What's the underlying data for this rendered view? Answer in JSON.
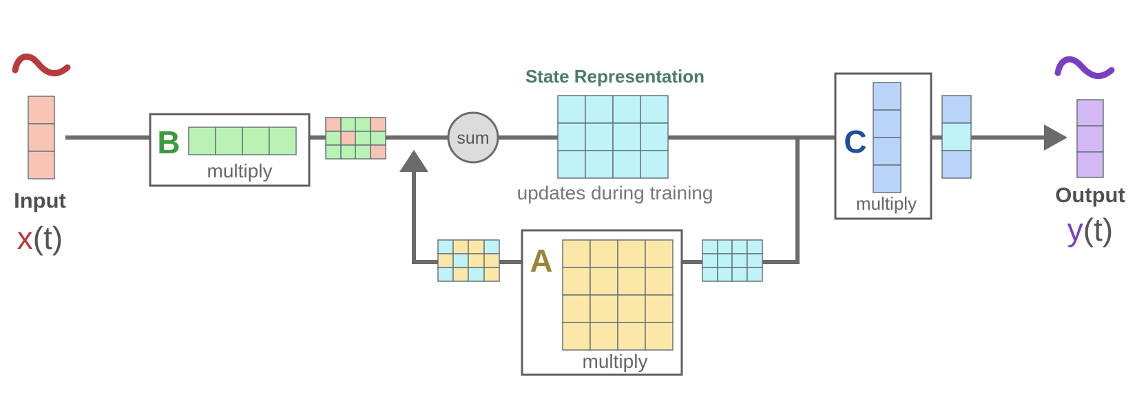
{
  "title": "State Representation",
  "subtitle": "updates during training",
  "input": {
    "label": "Input",
    "signal": "x(t)",
    "signal_var": "x",
    "signal_arg": "(t)"
  },
  "output": {
    "label": "Output",
    "signal": "y(t)",
    "signal_var": "y",
    "signal_arg": "(t)"
  },
  "sum_label": "sum",
  "matrices": {
    "B": {
      "letter": "B",
      "caption": "multiply"
    },
    "A": {
      "letter": "A",
      "caption": "multiply"
    },
    "C": {
      "letter": "C",
      "caption": "multiply"
    }
  },
  "colors": {
    "input_red": "#b83a3a",
    "output_purple": "#7a3fc0",
    "b_green": "#3f9a3f",
    "a_gold": "#9a8438",
    "c_blue": "#1f4e9c",
    "title_teal": "#4a7a70",
    "cell_red": "#f7c4b6",
    "cell_green": "#b9f2b4",
    "cell_cyan": "#bff3f7",
    "cell_yellow": "#fbe7a8",
    "cell_blue": "#b9d4f8",
    "cell_purple": "#d3b8f4",
    "line_gray": "#6b6b6b"
  },
  "icons": [
    "input-wave-icon",
    "output-wave-icon",
    "arrow-right-icon",
    "arrow-up-icon"
  ]
}
